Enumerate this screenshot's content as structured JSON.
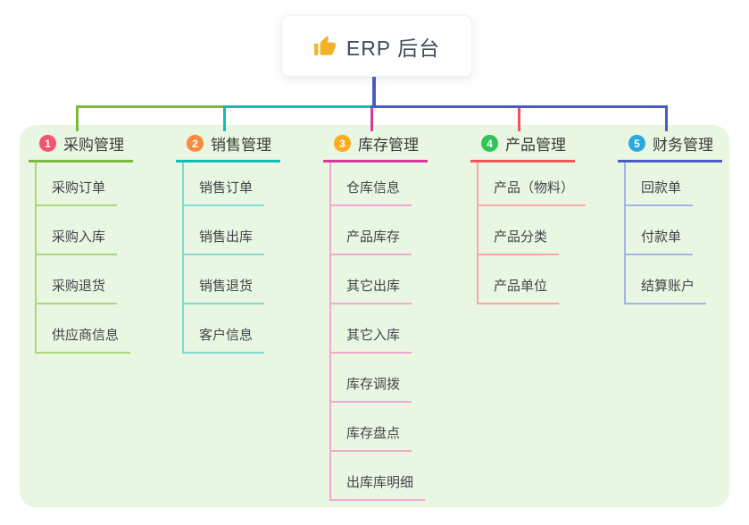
{
  "canvas": {
    "background": "#ffffff",
    "panel_background": "#e9f6e2"
  },
  "root": {
    "label": "ERP 后台",
    "icon": "thumbs-up-icon",
    "icon_color": "#f2b426"
  },
  "connector": {
    "root_line_color": "#4a5bc6"
  },
  "branches": [
    {
      "index": "1",
      "label": "采购管理",
      "badge_color": "#f2556f",
      "line_color": "#7cba3f",
      "child_line_color": "#a9d67e",
      "children": [
        "采购订单",
        "采购入库",
        "采购退货",
        "供应商信息"
      ]
    },
    {
      "index": "2",
      "label": "销售管理",
      "badge_color": "#fa8a41",
      "line_color": "#12bdb3",
      "child_line_color": "#82d9d0",
      "children": [
        "销售订单",
        "销售出库",
        "销售退货",
        "客户信息"
      ]
    },
    {
      "index": "3",
      "label": "库存管理",
      "badge_color": "#fbab1d",
      "line_color": "#d8399e",
      "child_line_color": "#efa9d1",
      "children": [
        "仓库信息",
        "产品库存",
        "其它出库",
        "其它入库",
        "库存调拨",
        "库存盘点",
        "出库库明细"
      ]
    },
    {
      "index": "4",
      "label": "产品管理",
      "badge_color": "#2ec45a",
      "line_color": "#f0545c",
      "child_line_color": "#f7a8a6",
      "children": [
        "产品（物料）",
        "产品分类",
        "产品单位"
      ]
    },
    {
      "index": "5",
      "label": "财务管理",
      "badge_color": "#2aa8e0",
      "line_color": "#4a5bc6",
      "child_line_color": "#a2b5e4",
      "children": [
        "回款单",
        "付款单",
        "结算账户"
      ]
    }
  ]
}
